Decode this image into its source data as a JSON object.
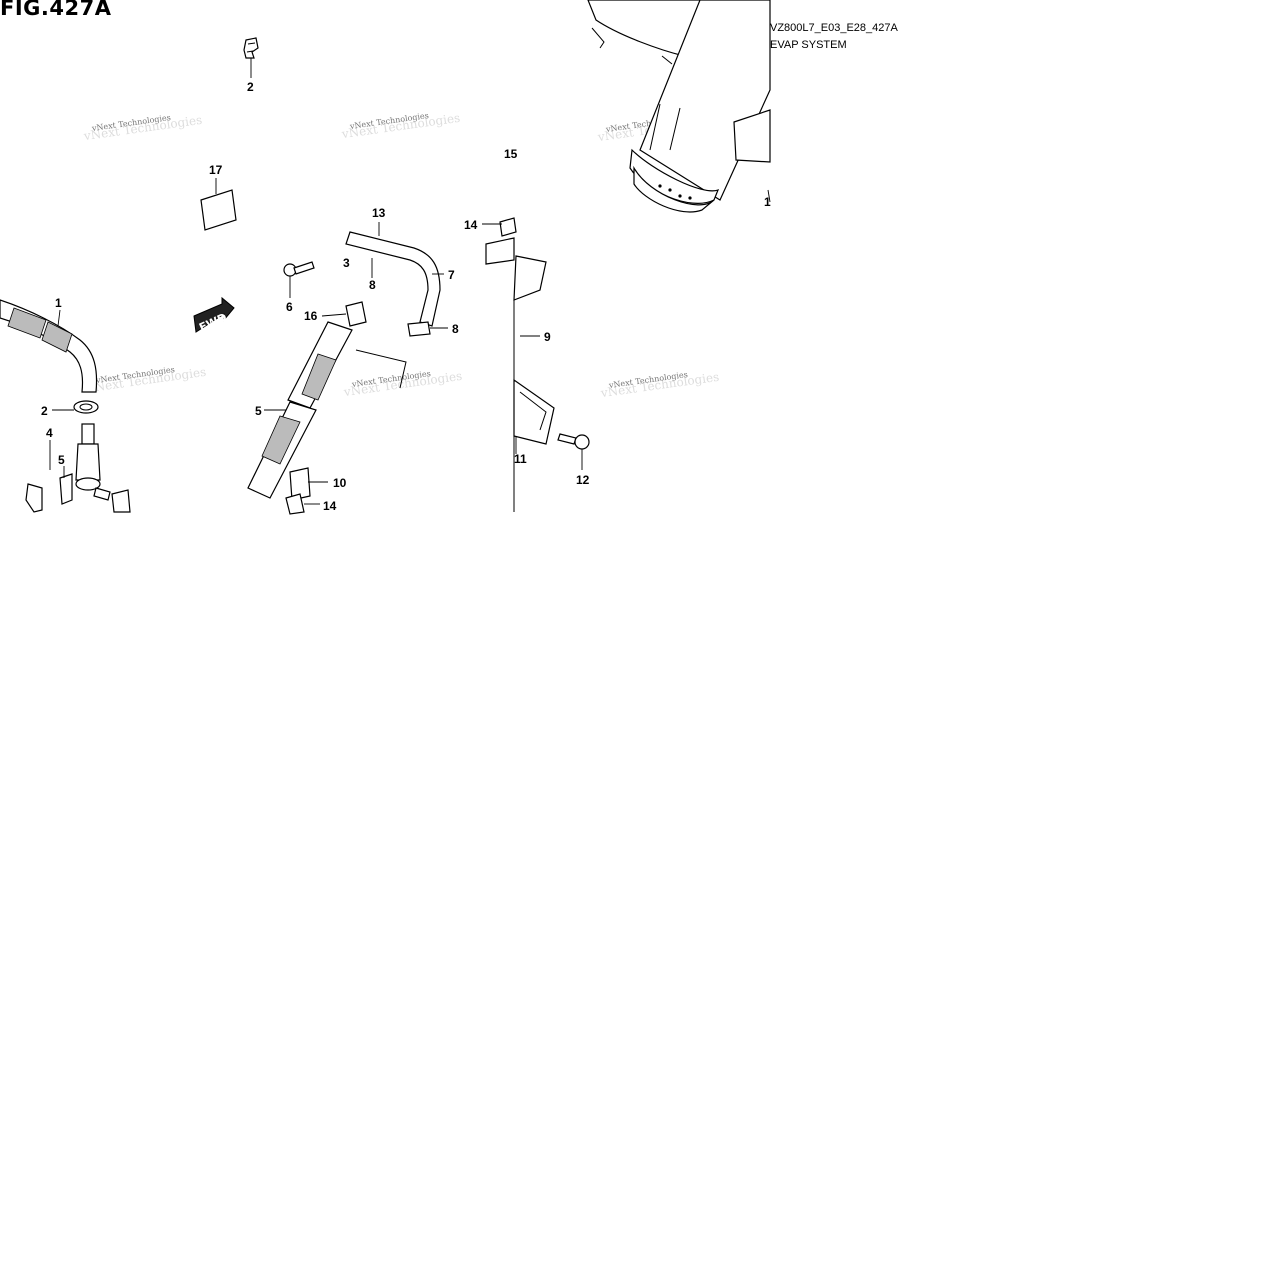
{
  "figure": {
    "title": "FIG.427A",
    "code": "VZ800L7_E03_E28_427A",
    "name": "EVAP SYSTEM"
  },
  "watermark": {
    "text": "vNext Technologies"
  },
  "fwd_badge": {
    "label": "FWD"
  },
  "callouts": [
    "2",
    "17",
    "13",
    "3",
    "8",
    "7",
    "6",
    "16",
    "8",
    "1",
    "2",
    "4",
    "5",
    "5",
    "10",
    "14",
    "14",
    "9",
    "11",
    "12",
    "15",
    "1"
  ]
}
